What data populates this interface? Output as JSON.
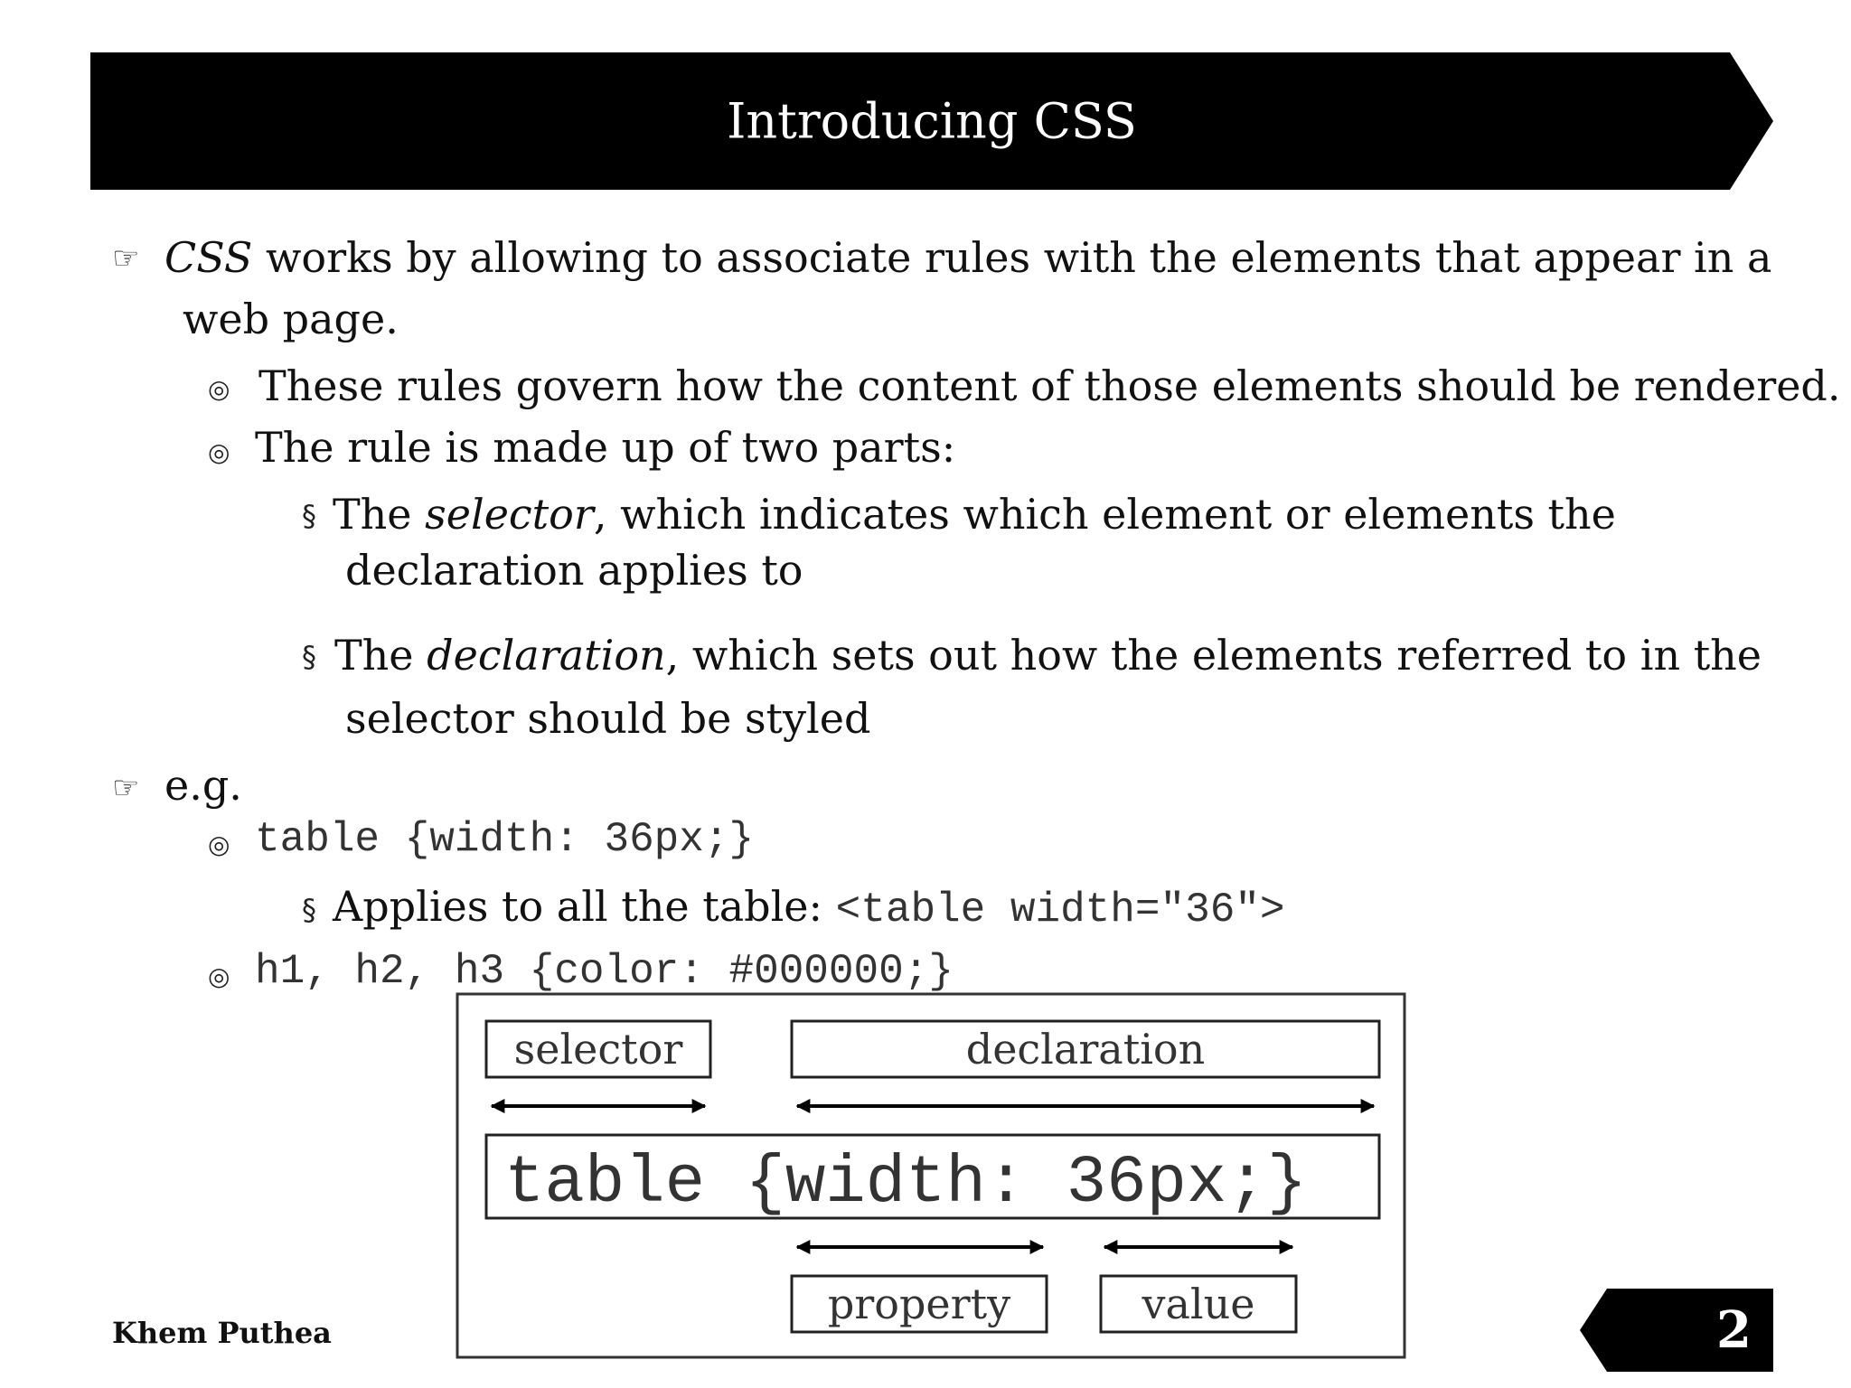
{
  "slide": {
    "title": "Introducing CSS",
    "author": "Khem Puthea",
    "page_number": "2"
  },
  "bullets": {
    "b1_term": "CSS",
    "b1_rest": " works by allowing to associate rules with the elements that appear in a",
    "b1_cont": "web page.",
    "b1_sub1": "These rules govern how the content of those elements should be rendered.",
    "b1_sub2": "The rule is made up of two parts:",
    "sel_pre": "The ",
    "sel_term": "selector",
    "sel_rest": ", which indicates which element or elements the",
    "sel_cont": "declaration applies to",
    "decl_pre": "The ",
    "decl_term": "declaration",
    "decl_rest": ", which sets out how the elements referred to in the",
    "decl_cont": "selector should be styled",
    "eg": "e.g.",
    "eg_code1": "table {width: 36px;}",
    "eg_applies": "Applies to all the table: ",
    "eg_applies_code": "<table width=\"36\">",
    "eg_code2": "h1, h2, h3 {color: #000000;}"
  },
  "diagram": {
    "selector_label": "selector",
    "declaration_label": "declaration",
    "code": "table {width: 36px;}",
    "property_label": "property",
    "value_label": "value"
  },
  "icons": {
    "level1": "pointing-hand-icon",
    "level2": "bullseye-icon",
    "level3": "section-bullet-icon"
  },
  "colors": {
    "banner": "#000000",
    "text": "#111111"
  }
}
